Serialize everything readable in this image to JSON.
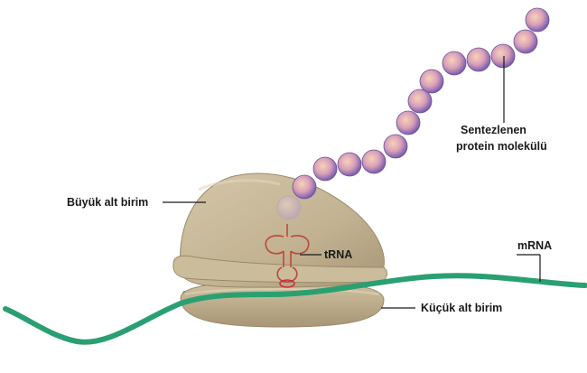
{
  "labels": {
    "synthesized_protein_line1": "Sentezlenen",
    "synthesized_protein_line2": "protein molekülü",
    "large_subunit": "Büyük alt birim",
    "trna": "tRNA",
    "mrna": "mRNA",
    "small_subunit": "Küçük alt birim"
  },
  "colors": {
    "ribosome": "#c8b898",
    "ribosome_shadow": "#a89878",
    "mrna": "#2aa072",
    "trna": "#b84a3a",
    "bead_core": "#f2c0a0",
    "bead_edge": "#8a6cb8"
  },
  "protein_chain": {
    "bead_count": 14
  }
}
